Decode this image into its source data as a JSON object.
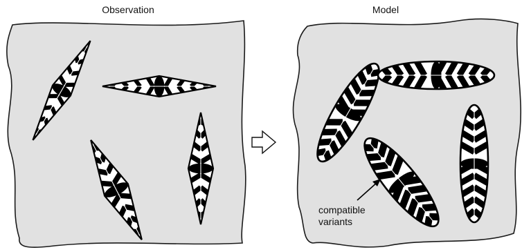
{
  "panels": {
    "left_title": "Observation",
    "right_title": "Model"
  },
  "annotation": {
    "line1": "compatible",
    "line2": "variants"
  },
  "icons": {
    "transition": "right-arrow-icon"
  },
  "colors": {
    "background": "#e1e1e1",
    "ink": "#000000",
    "paper": "#ffffff"
  }
}
